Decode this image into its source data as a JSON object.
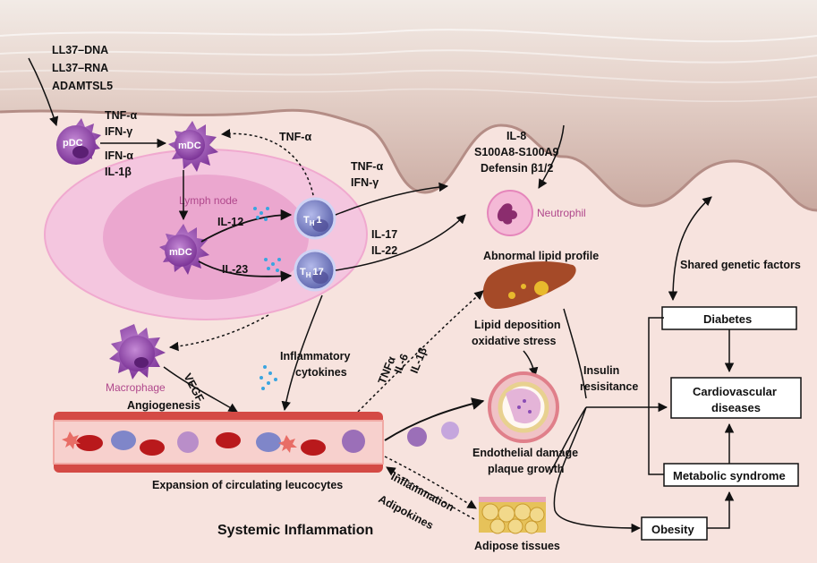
{
  "triggers": [
    "LL37–DNA",
    "LL37–RNA",
    "ADAMTSL5"
  ],
  "cells": {
    "pdc": "pDC",
    "mdc": "mDC",
    "mdc_lymph": "mDC",
    "th1": "T",
    "th1_sub": "H",
    "th1_num": "1",
    "th17": "T",
    "th17_sub": "H",
    "th17_num": "17",
    "neutrophil": "Neutrophil",
    "macrophage": "Macrophage",
    "lymph_node": "Lymph node"
  },
  "cytokines": {
    "pdc_to_mdc": [
      "TNF-α",
      "IFN-γ"
    ],
    "pdc_below": [
      "IFN-α",
      "IL-1β"
    ],
    "tnf_back": "TNF-α",
    "il12": "IL-12",
    "il23": "IL-23",
    "th1_out": [
      "TNF-α",
      "IFN-γ"
    ],
    "th17_out": [
      "IL-17",
      "IL-22"
    ],
    "skin_factors": [
      "IL-8",
      "S100A8-S100A9",
      "Defensin β1/2"
    ],
    "vegf": "VEGF",
    "inflammatory": [
      "Inflammatory",
      "cytokines"
    ],
    "systemic_trio": [
      "TNFα",
      "IL-6",
      "IL-1β"
    ],
    "inflammation": "Inflammation",
    "adipokines": "Adipokines"
  },
  "labels": {
    "angiogenesis": "Angiogenesis",
    "expansion": "Expansion of circulating leucocytes",
    "systemic": "Systemic  Inflammation",
    "abnormal_lipid": "Abnormal lipid profile",
    "lipid_deposition": [
      "Lipid deposition",
      "oxidative stress"
    ],
    "endothelial": [
      "Endothelial damage",
      "plaque growth"
    ],
    "adipose": "Adipose tissues",
    "insulin": [
      "Insulin",
      "resisitance"
    ],
    "shared_genetic": "Shared genetic factors"
  },
  "boxes": {
    "diabetes": "Diabetes",
    "cardio": [
      "Cardiovascular",
      "diseases"
    ],
    "metabolic": "Metabolic syndrome",
    "obesity": "Obesity"
  },
  "colors": {
    "background": "#f7e3de",
    "skin": "#e8cfc6",
    "lymph_outer": "#f4c6df",
    "lymph_inner": "#eba7cf",
    "dendritic": "#9b4fb0",
    "tcell": "#7f86c9",
    "vessel": "#d44a45",
    "rbc": "#b9191c"
  }
}
